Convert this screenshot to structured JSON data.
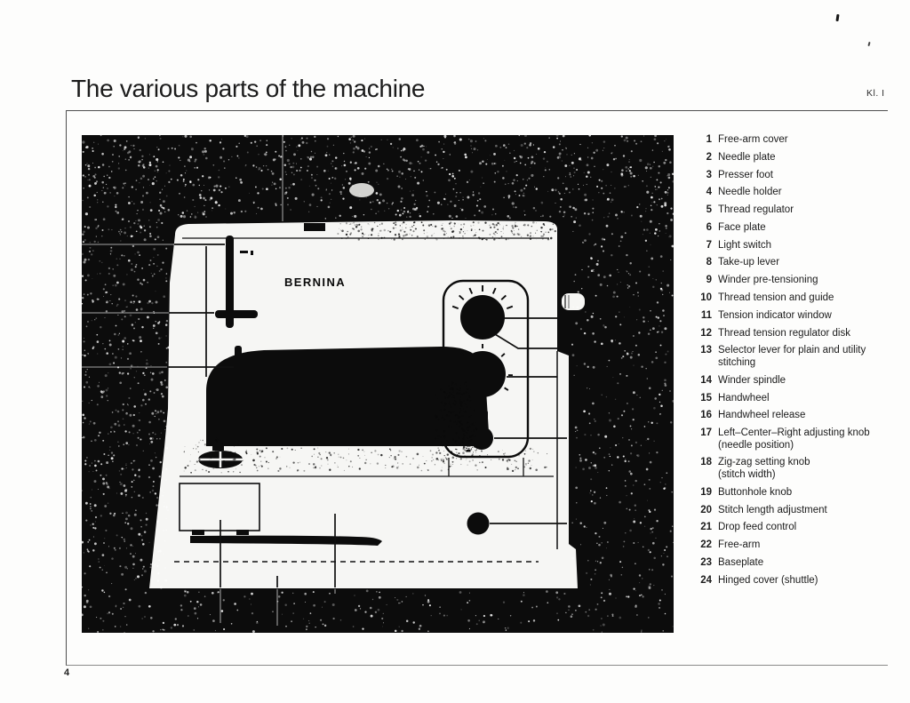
{
  "header": {
    "title": "The various parts of the machine",
    "code": "Kl. I"
  },
  "figure": {
    "brand": "BERNINA"
  },
  "parts": [
    {
      "num": "1",
      "lines": [
        "Free-arm cover"
      ]
    },
    {
      "num": "2",
      "lines": [
        "Needle plate"
      ]
    },
    {
      "num": "3",
      "lines": [
        "Presser foot"
      ]
    },
    {
      "num": "4",
      "lines": [
        "Needle holder"
      ]
    },
    {
      "num": "5",
      "lines": [
        "Thread regulator"
      ]
    },
    {
      "num": "6",
      "lines": [
        "Face plate"
      ]
    },
    {
      "num": "7",
      "lines": [
        "Light switch"
      ]
    },
    {
      "num": "8",
      "lines": [
        "Take-up lever"
      ]
    },
    {
      "num": "9",
      "lines": [
        "Winder pre-tensioning"
      ]
    },
    {
      "num": "10",
      "lines": [
        "Thread tension and guide"
      ]
    },
    {
      "num": "11",
      "lines": [
        "Tension indicator window"
      ]
    },
    {
      "num": "12",
      "lines": [
        "Thread tension regulator disk"
      ]
    },
    {
      "num": "13",
      "lines": [
        "Selector lever for plain and utility",
        "stitching"
      ]
    },
    {
      "num": "14",
      "lines": [
        "Winder spindle"
      ]
    },
    {
      "num": "15",
      "lines": [
        "Handwheel"
      ]
    },
    {
      "num": "16",
      "lines": [
        "Handwheel release"
      ]
    },
    {
      "num": "17",
      "lines": [
        "Left–Center–Right adjusting knob",
        "(needle position)"
      ]
    },
    {
      "num": "18",
      "lines": [
        "Zig-zag setting knob",
        "(stitch width)"
      ]
    },
    {
      "num": "19",
      "lines": [
        "Buttonhole knob"
      ]
    },
    {
      "num": "20",
      "lines": [
        "Stitch length adjustment"
      ]
    },
    {
      "num": "21",
      "lines": [
        "Drop feed control"
      ]
    },
    {
      "num": "22",
      "lines": [
        "Free-arm"
      ]
    },
    {
      "num": "23",
      "lines": [
        "Baseplate"
      ]
    },
    {
      "num": "24",
      "lines": [
        "Hinged cover (shuttle)"
      ]
    }
  ],
  "footer": {
    "page": "4"
  },
  "colors": {
    "photo_black": "#0c0c0c",
    "paper": "#fdfdfc",
    "ink": "#1b1b1b",
    "machine_white": "#f6f6f4"
  }
}
